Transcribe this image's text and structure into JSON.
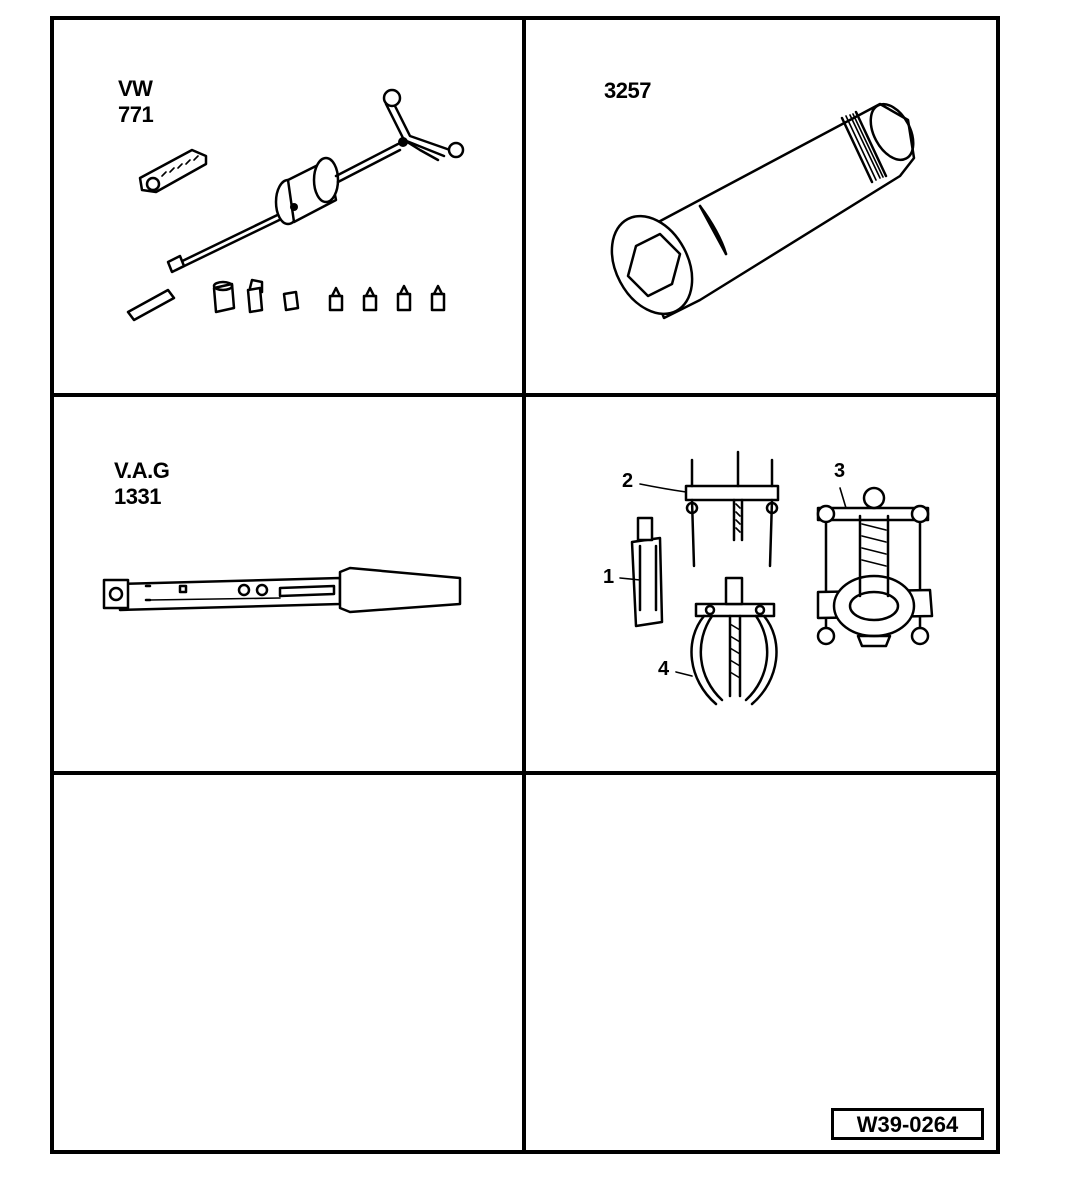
{
  "tools": {
    "vw771": {
      "label": "VW 771"
    },
    "socket3257": {
      "label": "3257"
    },
    "vag1331": {
      "label": "V.A.G 1331"
    },
    "puller_set": {
      "callouts": [
        "1",
        "2",
        "3",
        "4"
      ]
    }
  },
  "reference": {
    "code": "W39-0264"
  }
}
